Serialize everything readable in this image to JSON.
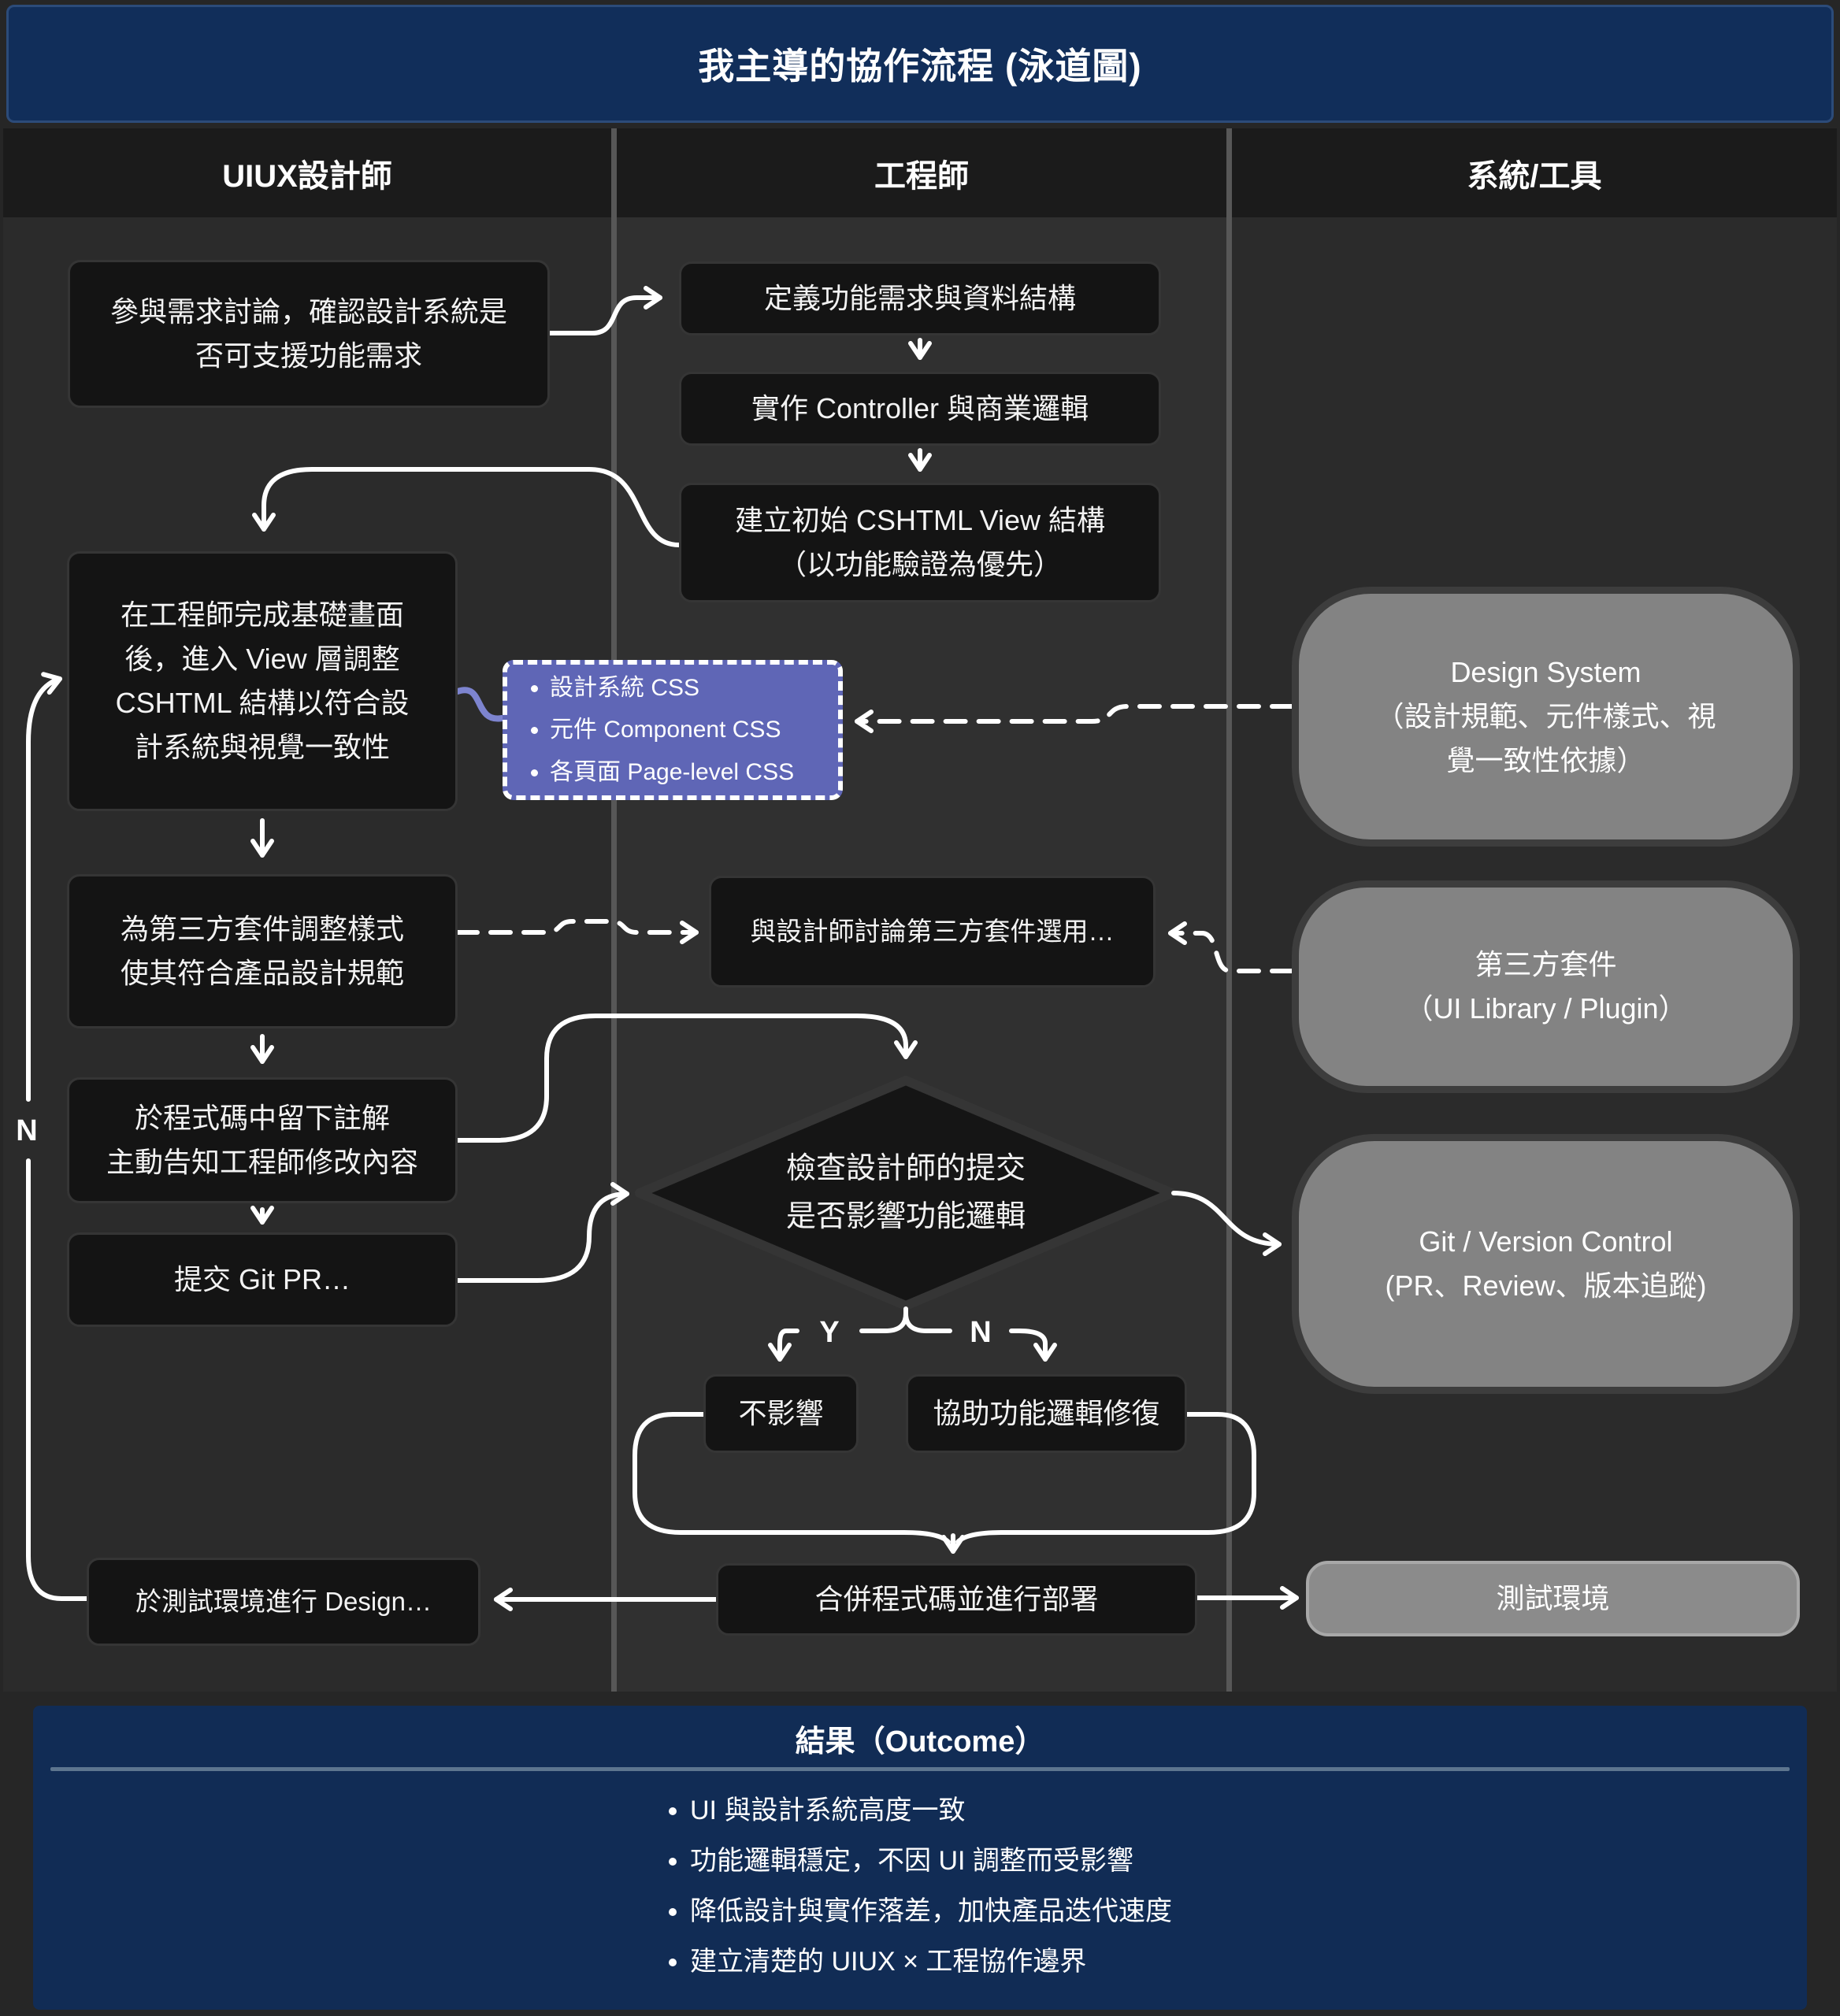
{
  "title": "我主導的協作流程 (泳道圖)",
  "lanes": [
    "UIUX設計師",
    "工程師",
    "系統/工具"
  ],
  "nodes": {
    "discuss_requirements": "參與需求討論，確認設計系統是\n否可支援功能需求",
    "adjust_view": "在工程師完成基礎畫面\n後，進入 View 層調整\nCSHTML 結構以符合設\n計系統與視覺一致性",
    "adjust_thirdparty_style": "為第三方套件調整樣式\n使其符合產品設計規範",
    "leave_comments": "於程式碼中留下註解\n主動告知工程師修改內容",
    "submit_pr": "提交 Git PR…",
    "design_review_env": "於測試環境進行 Design…",
    "define_requirements": "定義功能需求與資料結構",
    "implement_controller": "實作 Controller 與商業邏輯",
    "build_initial_view": "建立初始 CSHTML View 結構\n（以功能驗證為優先）",
    "discuss_thirdparty": "與設計師討論第三方套件選用…",
    "check_commit": "檢查設計師的提交\n是否影響功能邏輯",
    "no_impact": "不影響",
    "fix_logic": "協助功能邏輯修復",
    "merge_deploy": "合併程式碼並進行部署",
    "design_system": "Design System\n（設計規範、元件樣式、視\n覺一致性依據）",
    "thirdparty_lib": "第三方套件\n（UI Library / Plugin）",
    "git_vc": "Git / Version Control\n(PR、Review、版本追蹤)",
    "test_env": "測試環境"
  },
  "purple_note": {
    "items": [
      "設計系統 CSS",
      "元件 Component CSS",
      "各頁面 Page-level CSS"
    ]
  },
  "labels": {
    "yes": "Y",
    "no": "N",
    "loop_back": "N"
  },
  "outcome": {
    "title": "結果（Outcome）",
    "items": [
      "UI 與設計系統高度一致",
      "功能邏輯穩定，不因 UI 調整而受影響",
      "降低設計與實作落差，加快產品迭代速度",
      "建立清楚的 UIUX × 工程協作邊界"
    ]
  },
  "colors": {
    "title_bg": "#112e5a",
    "outcome_bg": "#112c55",
    "lane_bg": "#2b2b2b",
    "header_bg": "#1b1b1b",
    "node_bg": "#141414",
    "tool_bg": "#838383",
    "purple_note_bg": "#5f66b6",
    "arrow": "#ffffff"
  }
}
